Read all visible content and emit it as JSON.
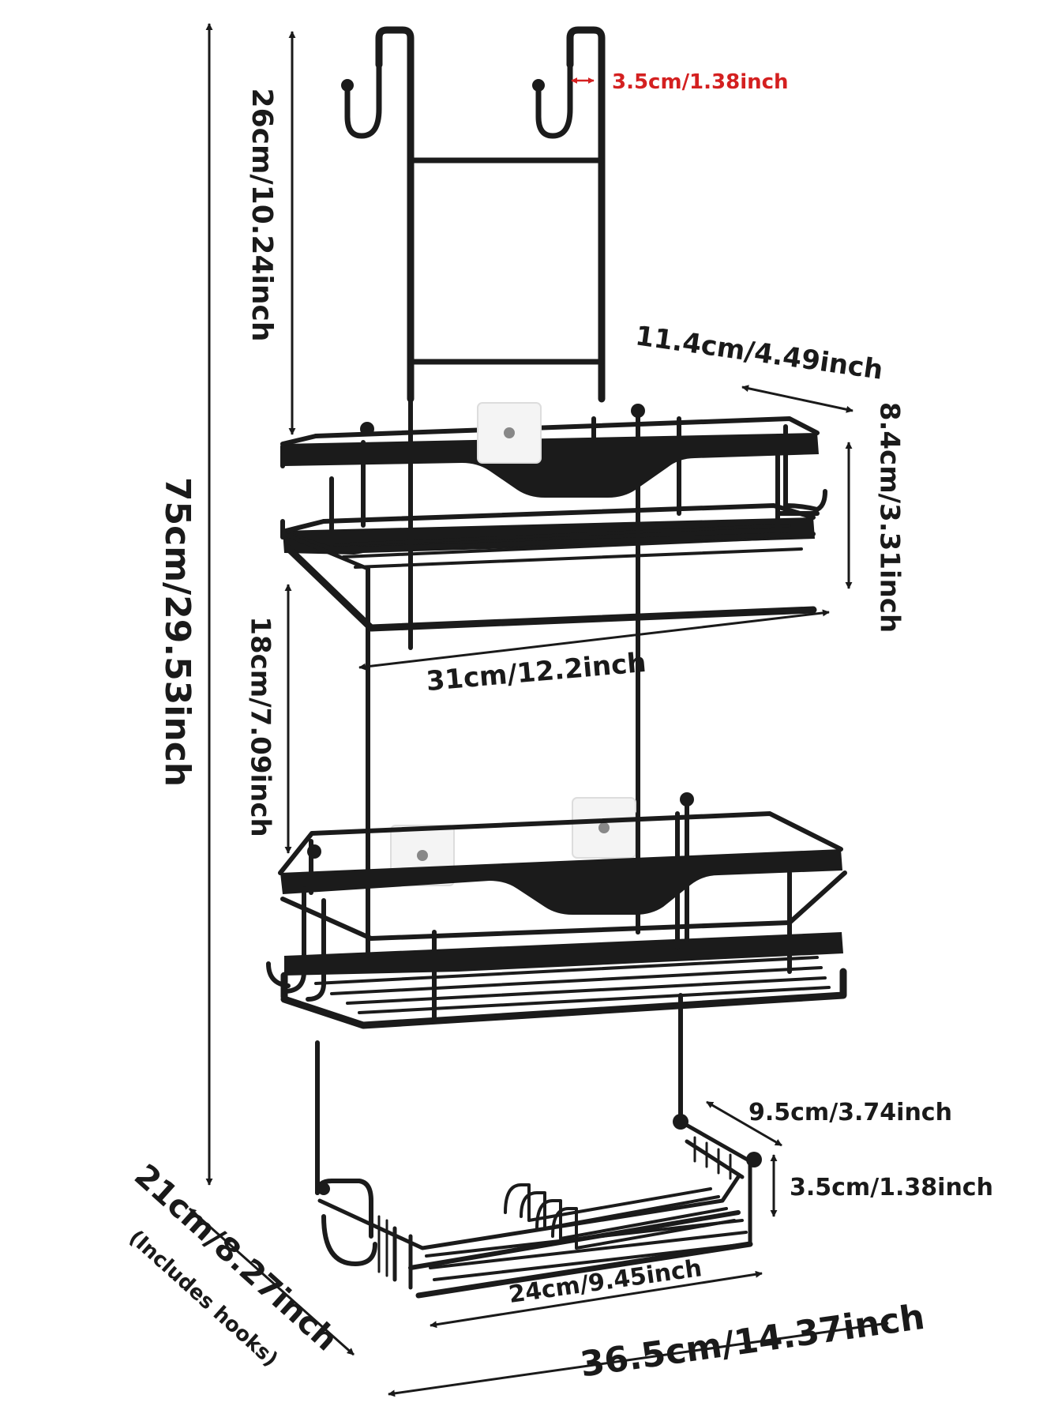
{
  "colors": {
    "frame": "#1b1b1b",
    "dimension_text": "#1a1a1a",
    "highlight_text": "#d42020",
    "adhesive_pad": "#f4f4f4"
  },
  "dimensions": {
    "total_height": "75cm/29.53inch",
    "hook_section_height": "26cm/10.24inch",
    "hook_width": "3.5cm/1.38inch",
    "shelf_gap": "18cm/7.09inch",
    "shelf_depth": "11.4cm/4.49inch",
    "shelf_height": "8.4cm/3.31inch",
    "shelf_width": "31cm/12.2inch",
    "soap_dish_depth": "9.5cm/3.74inch",
    "soap_dish_height": "3.5cm/1.38inch",
    "soap_dish_width": "24cm/9.45inch",
    "total_width": "36.5cm/14.37inch",
    "total_depth": "21cm/8.27inch",
    "total_depth_note": "(Includes hooks)"
  }
}
